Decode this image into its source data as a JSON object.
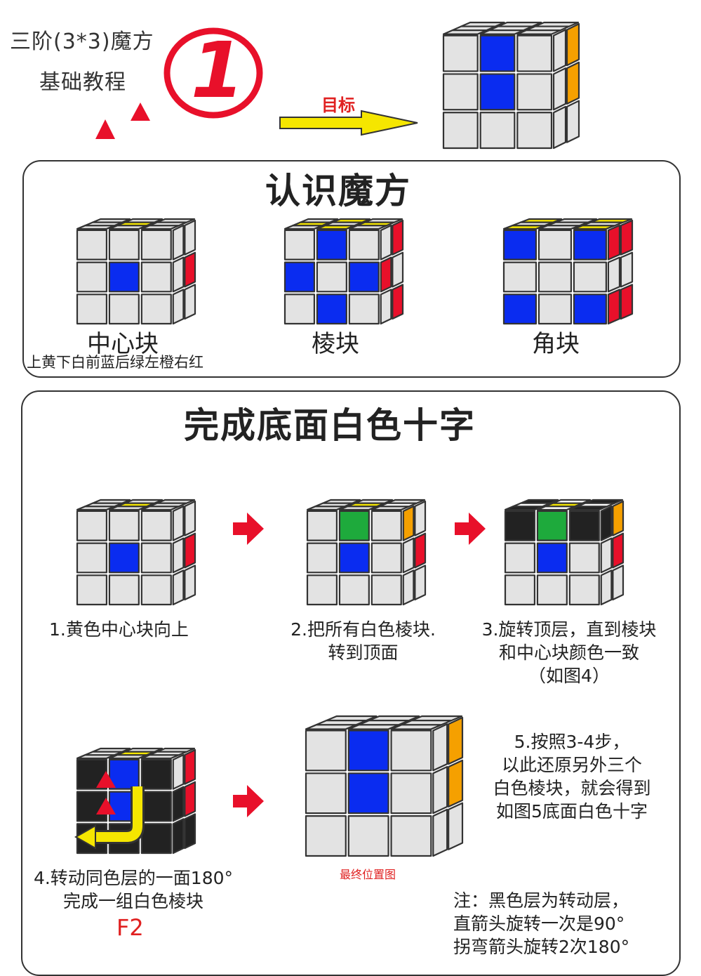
{
  "header": {
    "title_line1": "三阶(3*3)魔方",
    "title_line2": "基础教程",
    "number": "1",
    "goal_label": "目标"
  },
  "section_recognize": {
    "title": "认识魔方",
    "labels": [
      "中心块",
      "棱块",
      "角块"
    ],
    "color_scheme": "上黄下白前蓝后绿左橙右红"
  },
  "section_cross": {
    "title": "完成底面白色十字",
    "step1": "1.黄色中心块向上",
    "step2_line1": "2.把所有白色棱块.",
    "step2_line2": "转到顶面",
    "step3_line1": "3.旋转顶层，直到棱块",
    "step3_line2": "和中心块颜色一致",
    "step3_line3": "（如图4）",
    "step4_line1": "4.转动同色层的一面180°",
    "step4_line2": "完成一组白色棱块",
    "step4_notation": "F2",
    "final_caption": "最终位置图",
    "step5_line1": "5.按照3-4步，",
    "step5_line2": "以此还原另外三个",
    "step5_line3": "白色棱块，就会得到",
    "step5_line4": "如图5底面白色十字",
    "note_line1": "注：黑色层为转动层，",
    "note_line2": "直箭头旋转一次是90°",
    "note_line3": "拐弯箭头旋转2次180°"
  },
  "colors": {
    "yellow": "#f5e600",
    "blue": "#0a2cf0",
    "red": "#e8102a",
    "orange": "#f5a000",
    "green": "#1eaa3c",
    "grey": "#e3e3e3",
    "black": "#222222"
  }
}
